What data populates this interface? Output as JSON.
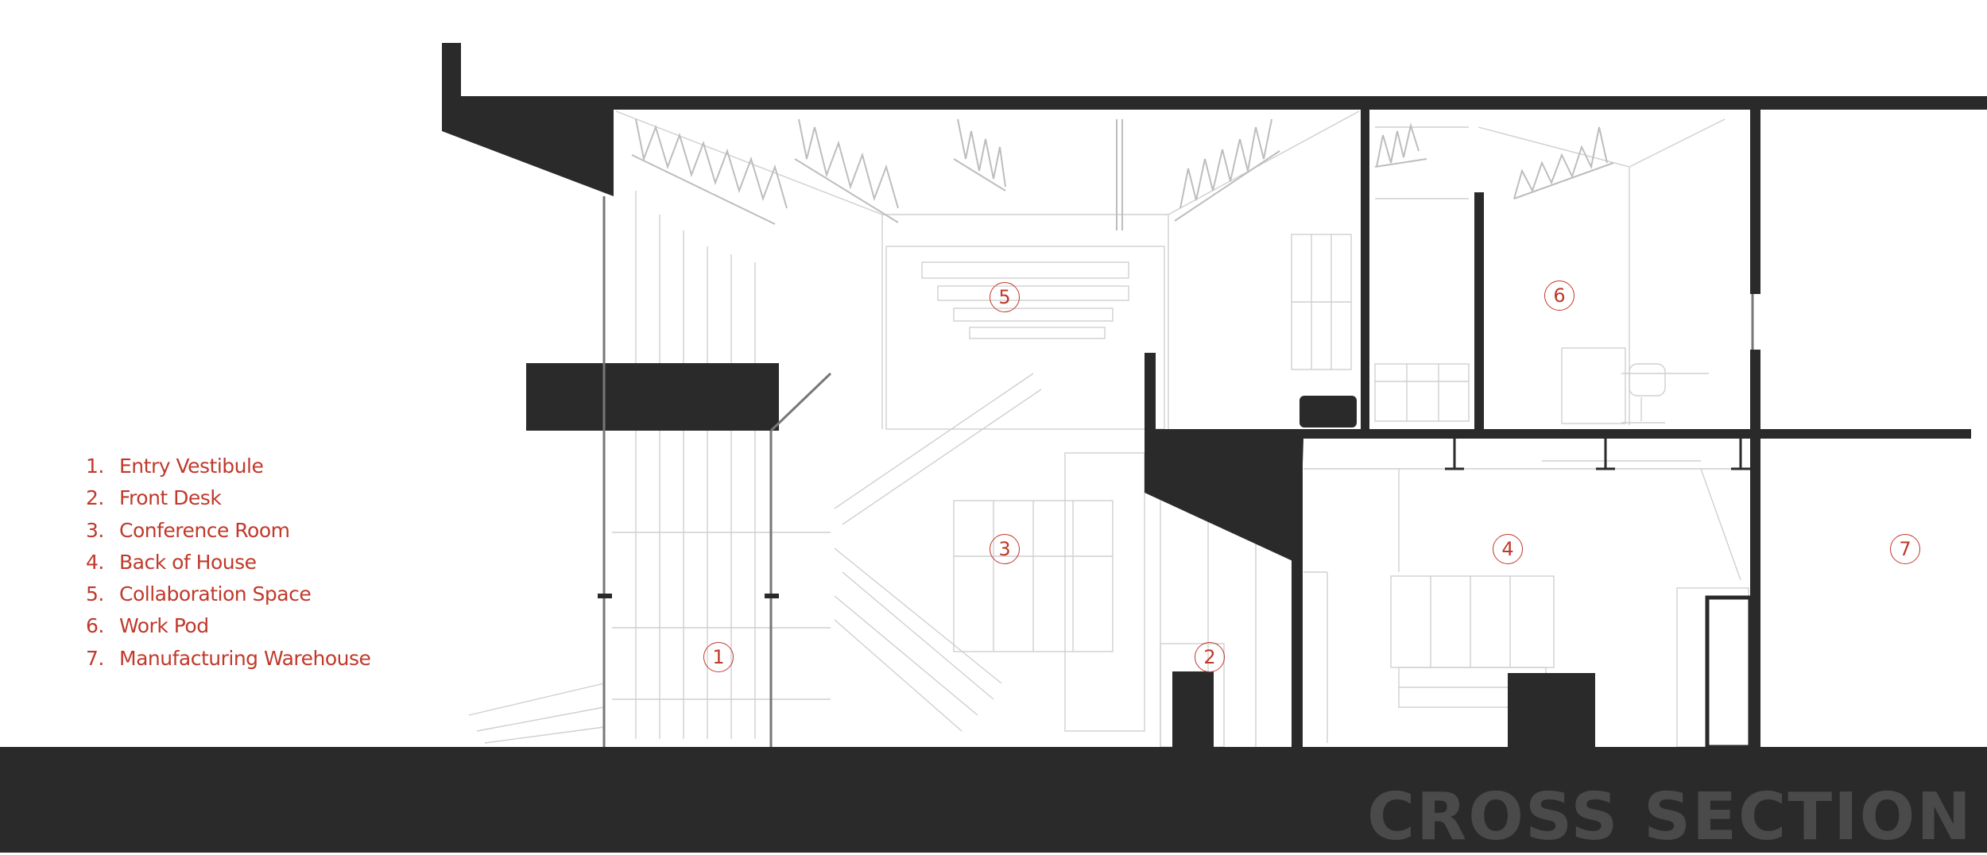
{
  "legend": {
    "items": [
      {
        "number": "1.",
        "label": "Entry Vestibule"
      },
      {
        "number": "2.",
        "label": "Front Desk"
      },
      {
        "number": "3.",
        "label": "Conference Room"
      },
      {
        "number": "4.",
        "label": "Back of House"
      },
      {
        "number": "5.",
        "label": "Collaboration Space"
      },
      {
        "number": "6.",
        "label": "Work Pod"
      },
      {
        "number": "7.",
        "label": "Manufacturing Warehouse"
      }
    ]
  },
  "markers": [
    "1",
    "2",
    "3",
    "4",
    "5",
    "6",
    "7"
  ],
  "title": "CROSS SECTION",
  "colors": {
    "accent": "#c0392b",
    "poche": "#2a2a2a",
    "linework": "#bdbdbd",
    "title": "#4a4a4a"
  }
}
